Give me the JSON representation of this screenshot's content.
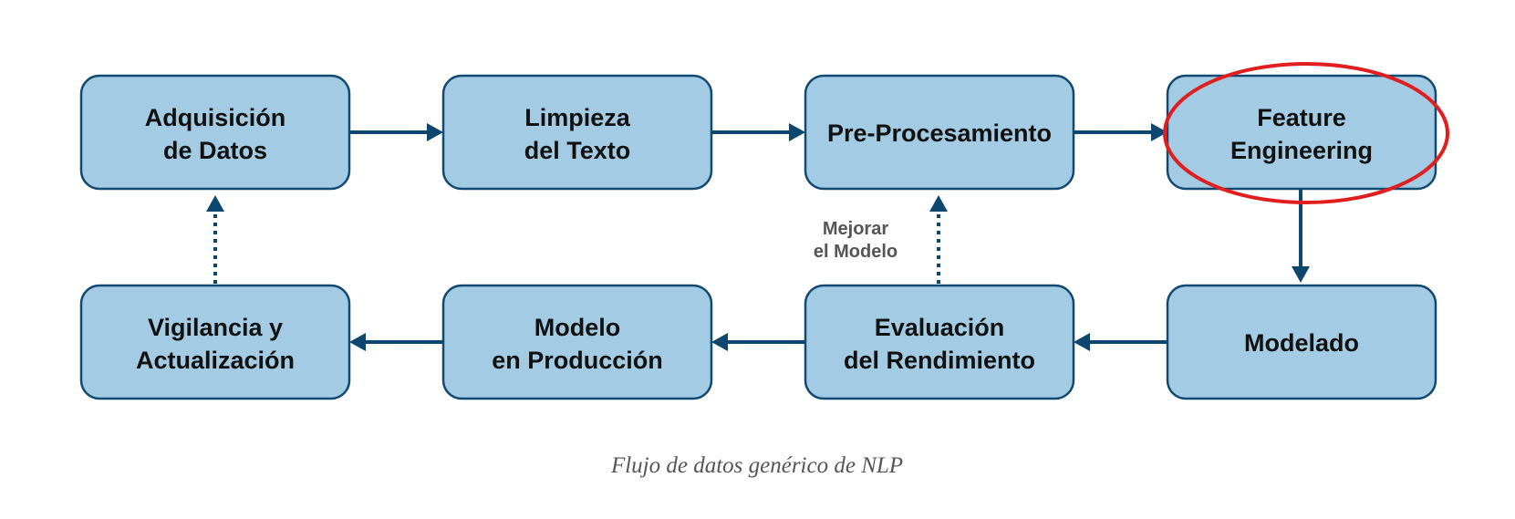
{
  "colors": {
    "box_fill": "#a3cbe3",
    "box_stroke": "#104a73",
    "arrow": "#0d4770",
    "highlight": "#e01e1e",
    "note_text": "#555555",
    "caption_text": "#555555"
  },
  "nodes": {
    "adquisicion": {
      "line1": "Adquisición",
      "line2": "de Datos"
    },
    "limpieza": {
      "line1": "Limpieza",
      "line2": "del Texto"
    },
    "preprocesamiento": {
      "line1": "Pre-Procesamiento"
    },
    "feature": {
      "line1": "Feature",
      "line2": "Engineering"
    },
    "vigilancia": {
      "line1": "Vigilancia y",
      "line2": "Actualización"
    },
    "produccion": {
      "line1": "Modelo",
      "line2": "en Producción"
    },
    "evaluacion": {
      "line1": "Evaluación",
      "line2": "del Rendimiento"
    },
    "modelado": {
      "line1": "Modelado"
    }
  },
  "note": {
    "line1": "Mejorar",
    "line2": "el Modelo"
  },
  "caption": "Flujo de datos genérico de NLP"
}
